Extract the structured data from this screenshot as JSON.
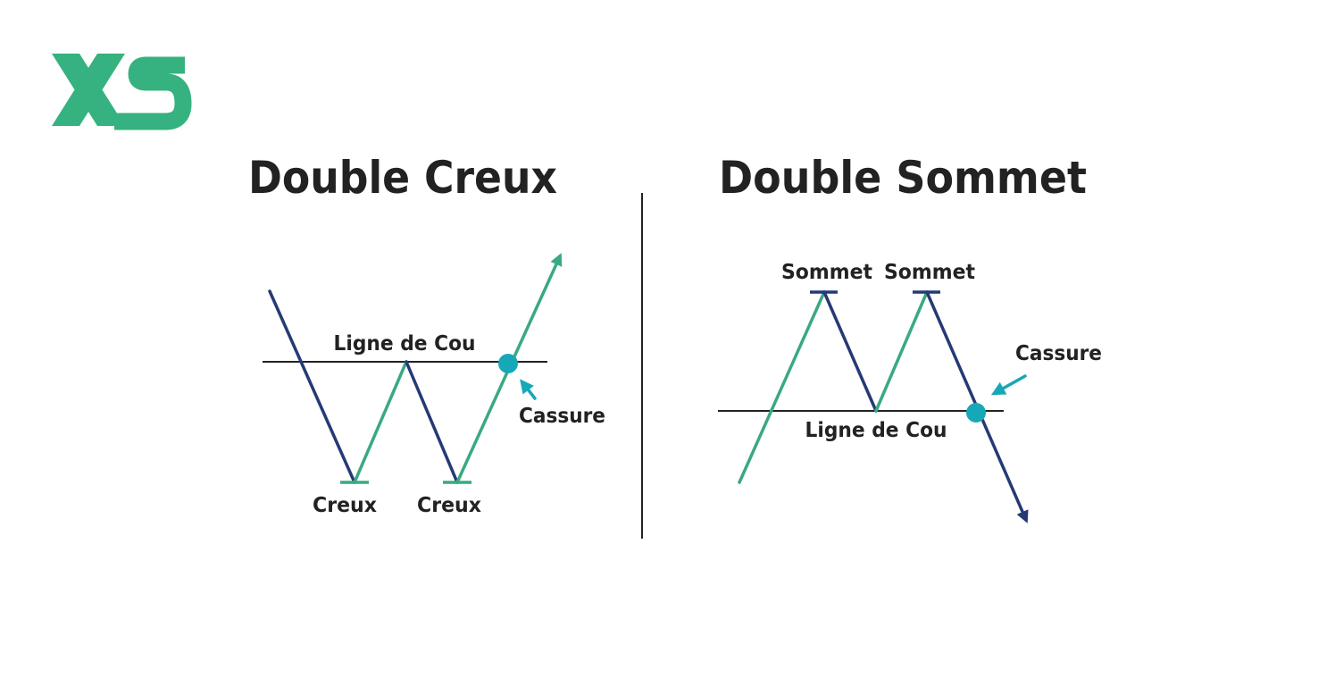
{
  "brand": {
    "logo_text": "XS",
    "color": "#35b27f"
  },
  "colors": {
    "navy": "#253a75",
    "green": "#3aa982",
    "teal": "#17a8b8",
    "text": "#222222",
    "neckline": "#222222",
    "divider": "#222222"
  },
  "double_bottom": {
    "title": "Double Creux",
    "neckline_label": "Ligne de Cou",
    "break_label": "Cassure",
    "trough_labels": [
      "Creux",
      "Creux"
    ]
  },
  "double_top": {
    "title": "Double Sommet",
    "neckline_label": "Ligne de Cou",
    "break_label": "Cassure",
    "peak_labels": [
      "Sommet",
      "Sommet"
    ]
  }
}
